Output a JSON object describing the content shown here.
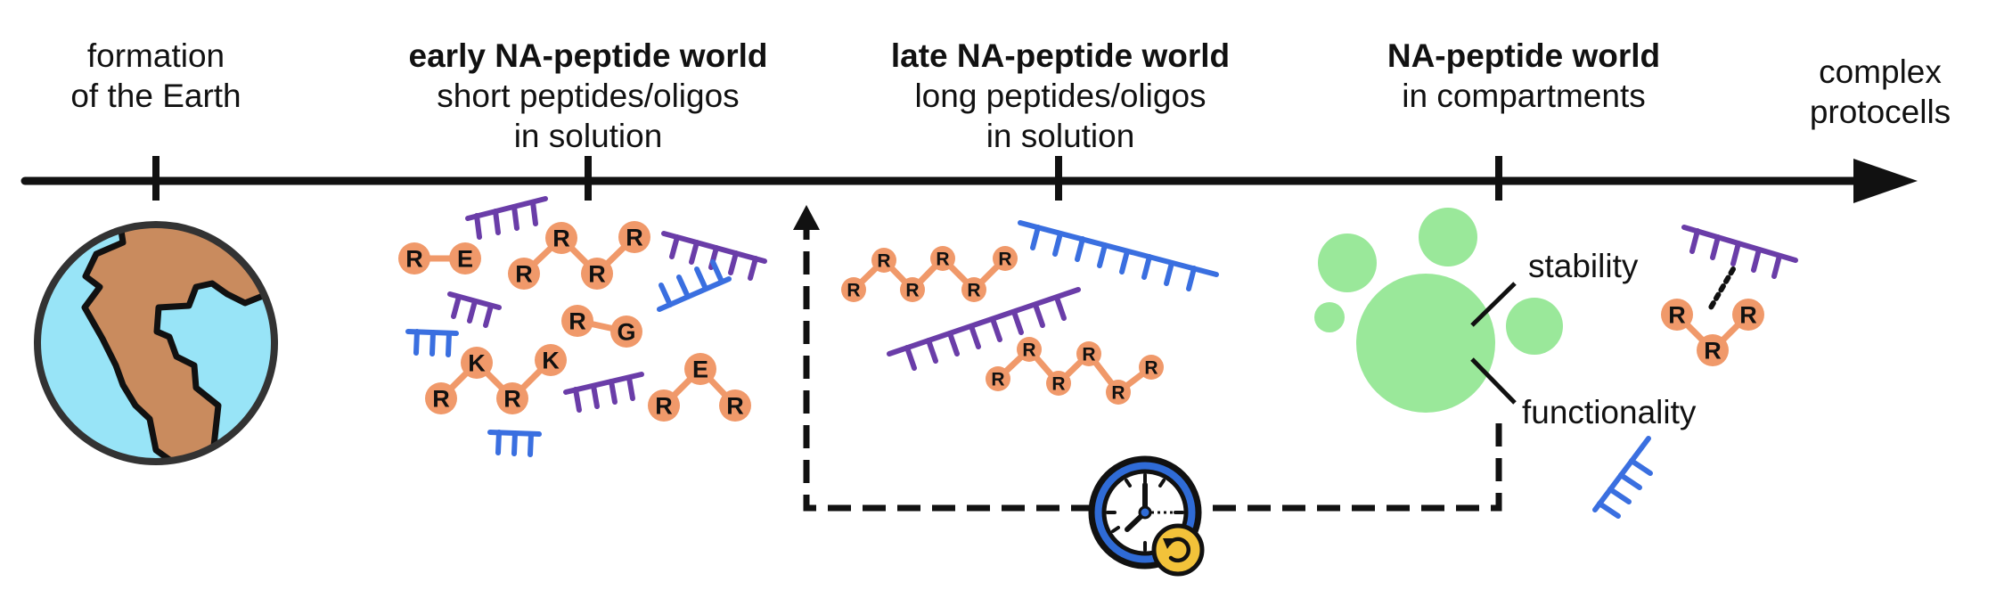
{
  "timeline": {
    "stages": [
      {
        "title": "",
        "lines": [
          "formation",
          "of the Earth"
        ]
      },
      {
        "title": "early NA-peptide world",
        "lines": [
          "short peptides/oligos",
          "in solution"
        ]
      },
      {
        "title": "late NA-peptide world",
        "lines": [
          "long peptides/oligos",
          "in solution"
        ]
      },
      {
        "title": "NA-peptide world",
        "lines": [
          "in compartments"
        ]
      },
      {
        "title": "",
        "lines": [
          "complex",
          "protocells"
        ]
      }
    ]
  },
  "compartment": {
    "stability_label": "stability",
    "functionality_label": "functionality"
  },
  "peptides": {
    "early": [
      [
        "R",
        "E"
      ],
      [
        "R",
        "R",
        "R",
        "R"
      ],
      [
        "R",
        "G"
      ],
      [
        "R",
        "K",
        "R",
        "K"
      ],
      [
        "R",
        "E",
        "R"
      ]
    ],
    "late": [
      [
        "R",
        "R",
        "R",
        "R",
        "R",
        "R"
      ],
      [
        "R",
        "R",
        "R",
        "R",
        "R",
        "R"
      ]
    ],
    "protocell": [
      "R",
      "R",
      "R"
    ]
  },
  "icons": [
    "earth-icon",
    "clock-icon",
    "undo-icon"
  ],
  "colors": {
    "timeline": "#111111",
    "earth_ocean": "#98e4f7",
    "earth_land": "#c98b5e",
    "peptide_bead": "#f0996a",
    "oligo_purple": "#6a3da8",
    "oligo_blue": "#3a6fe0",
    "compartment": "#9ae89a",
    "clock_face": "#2f6bd6",
    "undo_badge": "#f2c23a"
  }
}
